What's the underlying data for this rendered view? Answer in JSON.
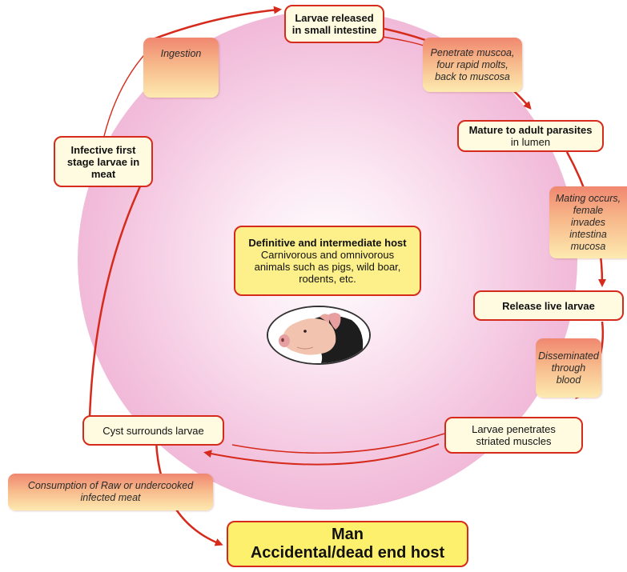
{
  "colors": {
    "accent": "#d62a1c",
    "box_fill": "#fffbe0",
    "host_fill": "#fdf08a",
    "man_fill": "#fdf06c",
    "circle_center": "#ffffff",
    "circle_edge": "#e9a2c8"
  },
  "stages": {
    "larvae_released": {
      "line1": "Larvae released",
      "line2": "in small intestine"
    },
    "mature": {
      "bold": "Mature to adult parasites",
      "normal": "in lumen"
    },
    "release_live": {
      "label": "Release live larvae"
    },
    "penetrates": {
      "line1": "Larvae penetrates",
      "line2": "striated muscles"
    },
    "cyst": {
      "label": "Cyst surrounds larvae"
    },
    "infective": {
      "line1": "Infective first",
      "line2": "stage larvae in",
      "line3": "meat"
    }
  },
  "notes": {
    "ingestion": "Ingestion",
    "penetrate": {
      "line1": "Penetrate muscoa,",
      "line2": "four rapid molts,",
      "line3": "back to muscosa"
    },
    "mating": {
      "line1": "Mating occurs,",
      "line2": "female",
      "line3": "invades intestina",
      "line4": "mucosa"
    },
    "disseminated": {
      "line1": "Disseminated",
      "line2": "through",
      "line3": "blood"
    },
    "consumption": {
      "line1": "Consumption of Raw or undercooked",
      "line2": "infected meat"
    }
  },
  "host": {
    "title": "Definitive and intermediate host",
    "line1": "Carnivorous and omnivorous",
    "line2": "animals such as pigs, wild boar,",
    "line3": "rodents, etc."
  },
  "man": {
    "line1": "Man",
    "line2": "Accidental/dead end host"
  },
  "icons": {
    "pig": "pig-photo"
  }
}
